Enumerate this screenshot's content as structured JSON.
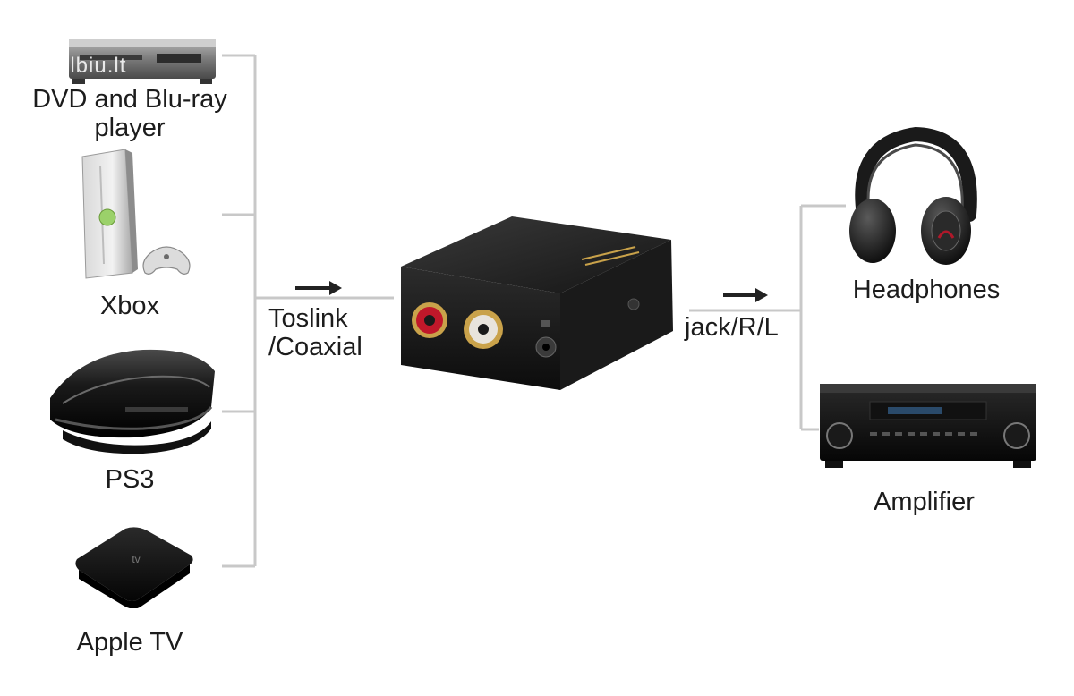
{
  "watermark": "skelbiu.lt",
  "sources": [
    {
      "label_line1": "DVD and Blu-ray",
      "label_line2": "player",
      "icon": "bluray-player-icon"
    },
    {
      "label": "Xbox",
      "icon": "xbox-console-icon"
    },
    {
      "label": "PS3",
      "icon": "ps3-console-icon"
    },
    {
      "label": "Apple TV",
      "icon": "apple-tv-icon"
    }
  ],
  "input_label_line1": "Toslink",
  "input_label_line2": "/Coaxial",
  "converter_icon": "dac-converter-icon",
  "output_label": "jack/R/L",
  "outputs": [
    {
      "label": "Headphones",
      "icon": "headphones-icon"
    },
    {
      "label": "Amplifier",
      "icon": "amplifier-icon"
    }
  ],
  "colors": {
    "line": "#c8c8c8",
    "device": "#222222",
    "rca_red": "#c0182a",
    "rca_white": "#e8e4dc",
    "gold": "#c9a24a"
  }
}
